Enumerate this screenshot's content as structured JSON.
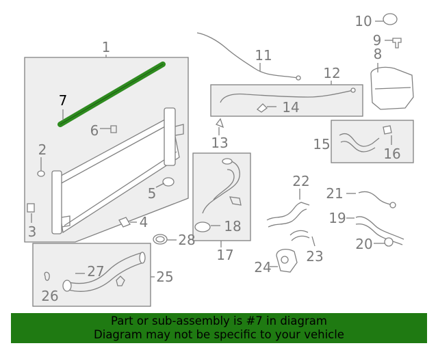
{
  "diagram": {
    "highlight_color": "#2e8b1f",
    "labels": {
      "p1": "1",
      "p2": "2",
      "p3": "3",
      "p4": "4",
      "p5": "5",
      "p6": "6",
      "p7": "7",
      "p8": "8",
      "p9": "9",
      "p10": "10",
      "p11": "11",
      "p12": "12",
      "p13": "13",
      "p14": "14",
      "p15": "15",
      "p16": "16",
      "p17": "17",
      "p18": "18",
      "p19": "19",
      "p20": "20",
      "p21": "21",
      "p22": "22",
      "p23": "23",
      "p24": "24",
      "p25": "25",
      "p26": "26",
      "p27": "27",
      "p28": "28"
    }
  },
  "banner": {
    "background": "#1f7a12",
    "line1": "Part or sub-assembly is #7 in diagram",
    "line2": "Diagram may not be specific to your vehicle"
  }
}
